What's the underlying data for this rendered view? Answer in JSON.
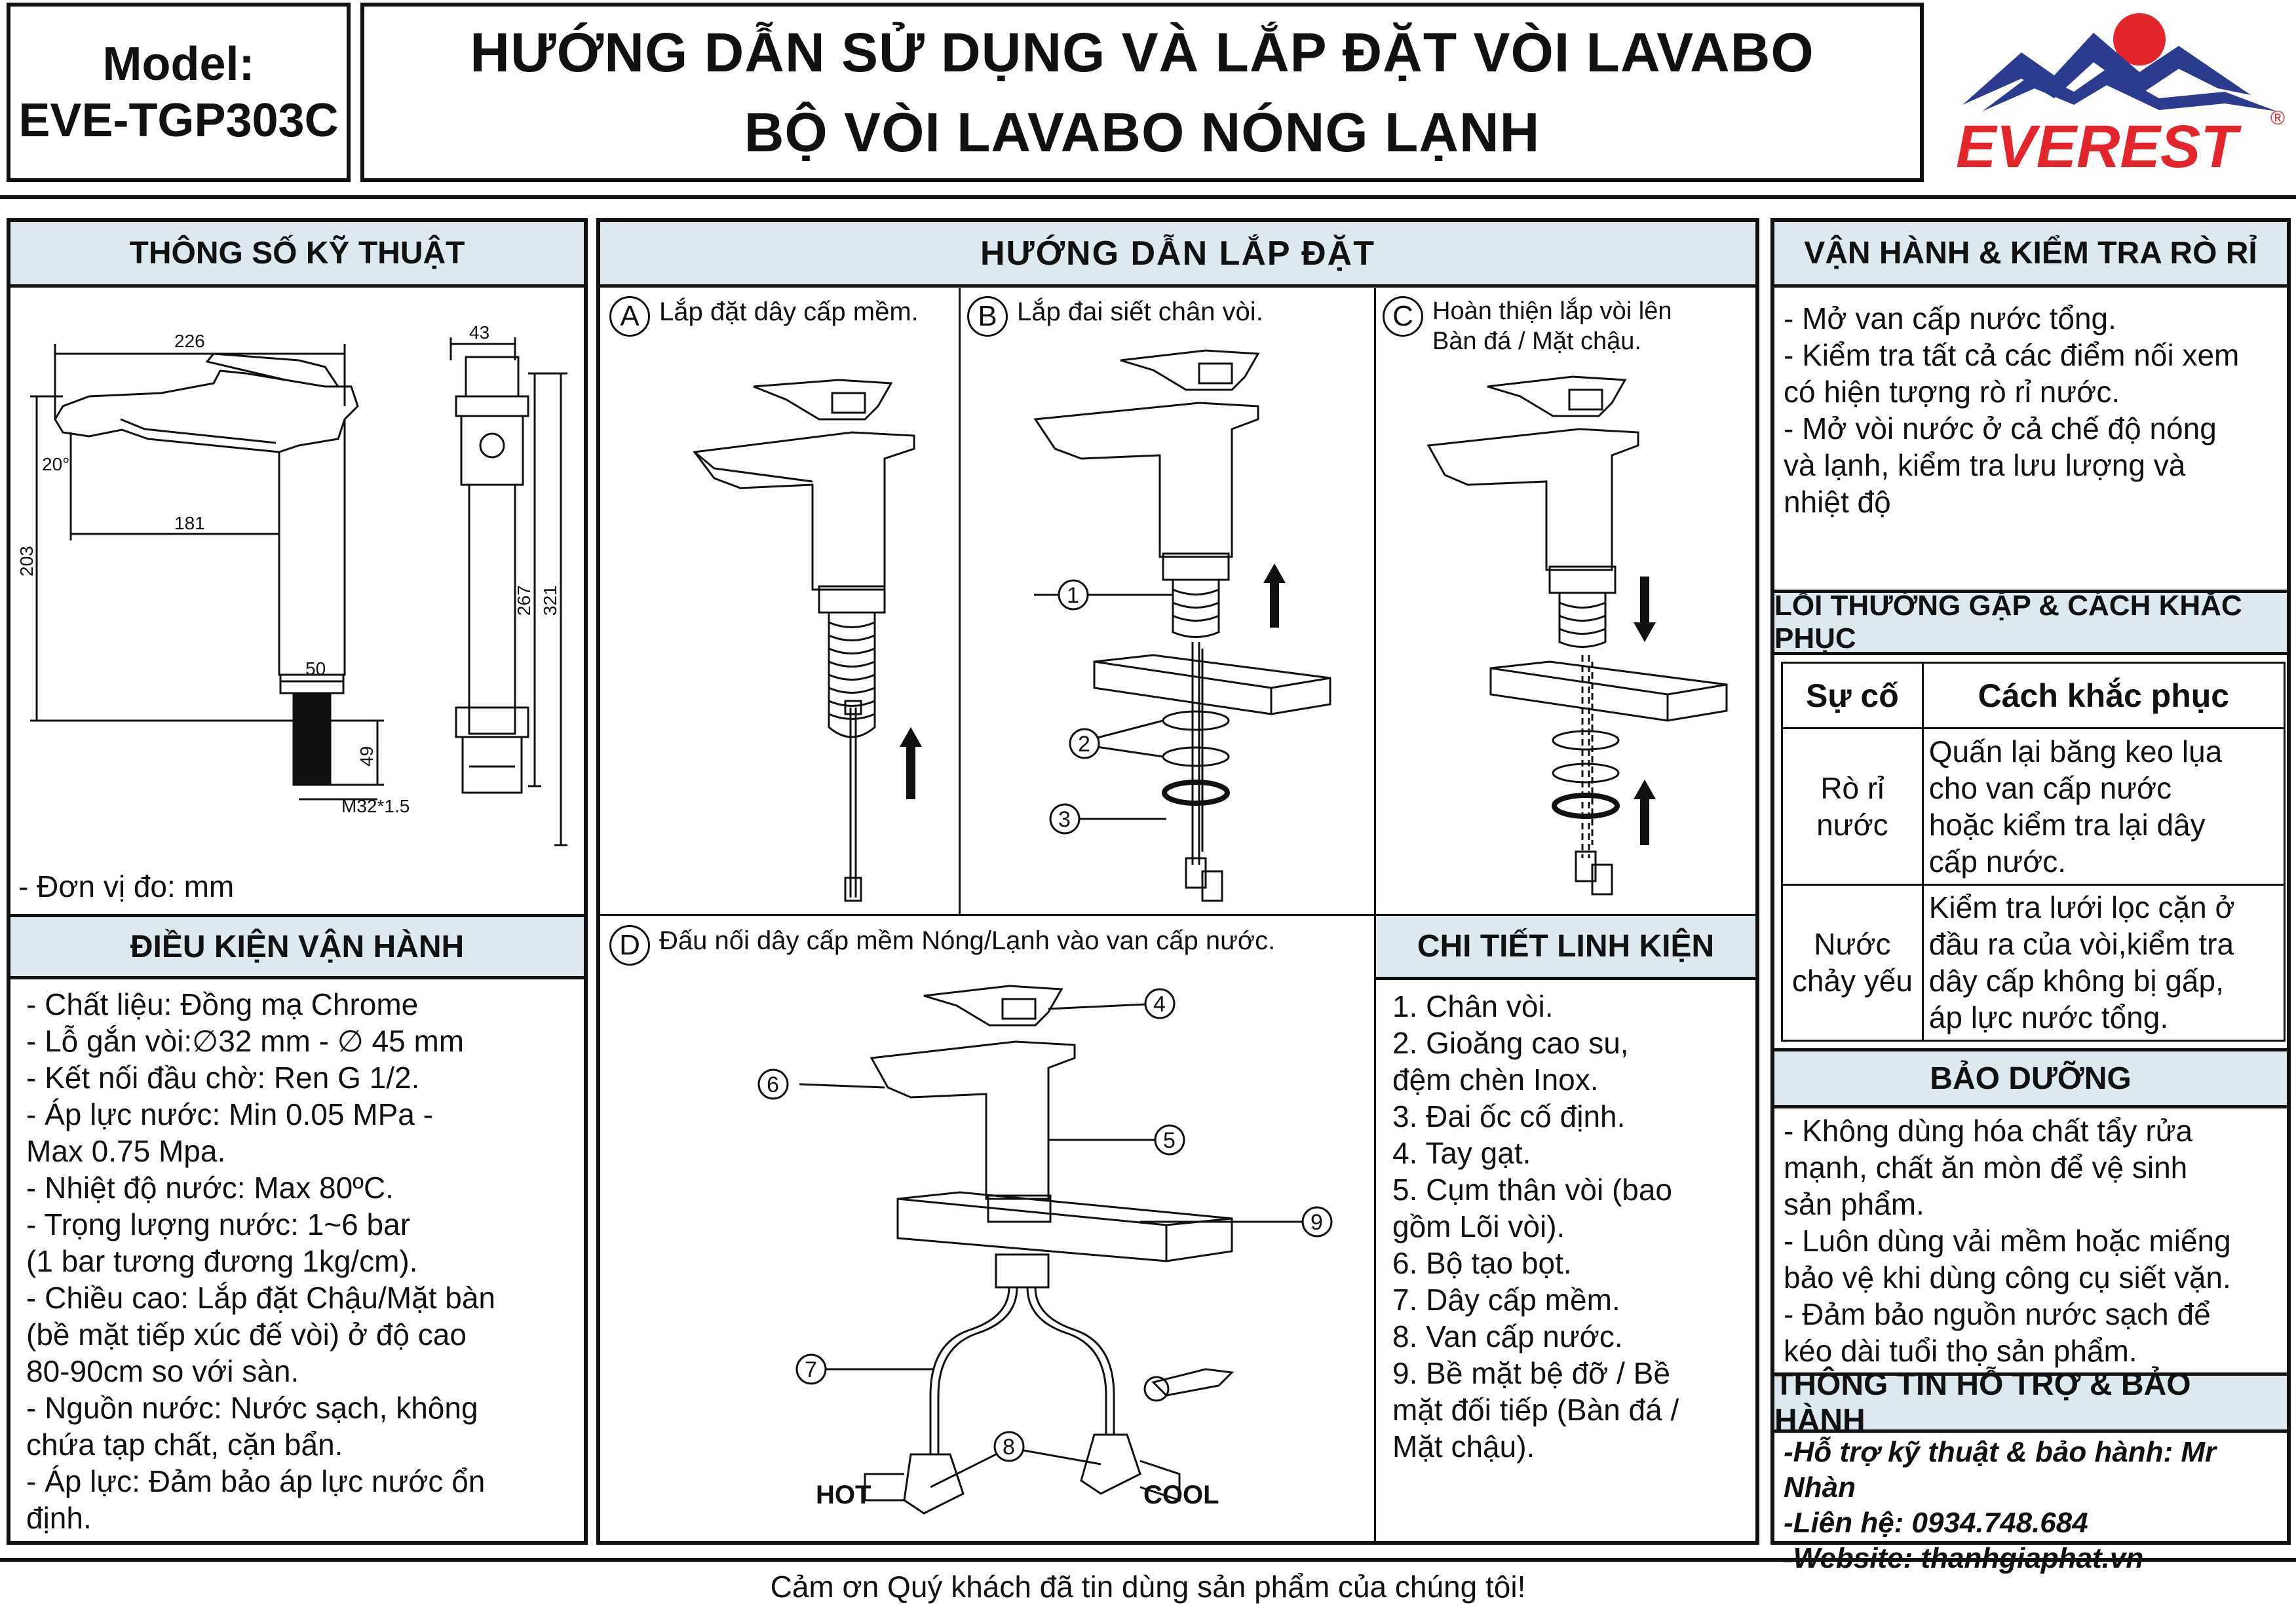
{
  "header": {
    "model_label": "Model:",
    "model_code": "EVE-TGP303C",
    "title_line1": "HƯỚNG DẪN SỬ DỤNG VÀ LẮP ĐẶT VÒI LAVABO",
    "title_line2": "BỘ VÒI LAVABO NÓNG LẠNH",
    "logo_text": "EVEREST",
    "logo_reg": "®"
  },
  "specs": {
    "heading": "THÔNG SỐ KỸ THUẬT",
    "dims": {
      "d226": "226",
      "d20": "20°",
      "d181": "181",
      "d203": "203",
      "d50": "50",
      "d49": "49",
      "thread": "M32*1.5",
      "d43": "43",
      "d267": "267",
      "d321": "321"
    },
    "unit_note": "- Đơn vị đo: mm"
  },
  "operating": {
    "heading": "ĐIỀU KIỆN VẬN HÀNH",
    "lines": [
      "- Chất liệu: Đồng mạ Chrome",
      "- Lỗ gắn vòi:∅32 mm - ∅ 45 mm",
      "- Kết nối đầu chờ: Ren G 1/2.",
      "- Áp lực nước: Min 0.05 MPa -",
      "Max 0.75 Mpa.",
      "- Nhiệt độ nước: Max 80ºC.",
      "- Trọng lượng nước: 1~6 bar",
      "(1 bar tương đương 1kg/cm).",
      "- Chiều cao: Lắp đặt Chậu/Mặt bàn",
      "(bề mặt tiếp xúc đế vòi) ở độ cao",
      "80-90cm so với sàn.",
      "- Nguồn nước: Nước sạch, không",
      "chứa tạp chất, cặn bẩn.",
      "- Áp lực: Đảm bảo áp lực nước ổn",
      "định."
    ]
  },
  "install": {
    "heading": "HƯỚNG DẪN LẮP ĐẶT",
    "stepA": {
      "letter": "A",
      "text": "Lắp đặt dây cấp mềm."
    },
    "stepB": {
      "letter": "B",
      "text": "Lắp đai siết chân vòi.",
      "callouts": [
        "1",
        "2",
        "3"
      ]
    },
    "stepC": {
      "letter": "C",
      "text1": "Hoàn thiện lắp vòi lên",
      "text2": "Bàn đá / Mặt chậu."
    },
    "stepD": {
      "letter": "D",
      "text": "Đấu nối dây cấp mềm Nóng/Lạnh vào van cấp nước.",
      "callouts": [
        "4",
        "5",
        "6",
        "7",
        "8",
        "9"
      ],
      "hot": "HOT",
      "cool": "COOL"
    }
  },
  "parts": {
    "heading": "CHI TIẾT LINH KIỆN",
    "lines": [
      "1. Chân vòi.",
      "2. Gioăng cao su,",
      "đệm chèn Inox.",
      "3. Đai ốc cố định.",
      "4. Tay gạt.",
      "5. Cụm thân vòi (bao",
      "gồm Lõi vòi).",
      "6. Bộ tạo bọt.",
      "7. Dây cấp mềm.",
      "8. Van cấp nước.",
      "9. Bề mặt bệ đỡ / Bề",
      "mặt đối tiếp (Bàn đá /",
      "Mặt chậu)."
    ]
  },
  "check": {
    "heading": "VẬN HÀNH & KIỂM TRA RÒ RỈ",
    "lines": [
      "- Mở van cấp nước tổng.",
      "- Kiểm tra tất cả các điểm nối xem",
      "có hiện tượng rò rỉ nước.",
      "- Mở vòi nước ở cả chế độ nóng",
      "và lạnh, kiểm tra lưu lượng và",
      "nhiệt độ"
    ]
  },
  "errors": {
    "heading": "LỖI THƯỜNG GẶP & CÁCH KHẮC PHỤC",
    "col1": "Sự cố",
    "col2": "Cách khắc phục",
    "rows": [
      {
        "issue1": "Rò rỉ",
        "issue2": "nước",
        "fix": [
          "Quấn lại băng keo lụa",
          "cho van cấp nước",
          "hoặc kiểm tra lại dây",
          "cấp nước."
        ]
      },
      {
        "issue1": "Nước",
        "issue2": "chảy yếu",
        "fix": [
          "Kiểm tra lưới lọc cặn ở",
          "đầu ra của vòi,kiểm tra",
          "dây cấp không bị gấp,",
          "áp lực nước tổng."
        ]
      }
    ]
  },
  "maintenance": {
    "heading": "BẢO DƯỠNG",
    "lines": [
      "- Không dùng hóa chất tẩy rửa",
      "mạnh, chất ăn mòn để vệ sinh",
      "sản phẩm.",
      "- Luôn dùng vải mềm hoặc miếng",
      "bảo vệ khi dùng công cụ siết vặn.",
      "- Đảm bảo nguồn nước sạch để",
      "kéo dài tuổi thọ sản phẩm."
    ]
  },
  "support": {
    "heading": "THÔNG TIN HỖ TRỢ & BẢO HÀNH",
    "lines": [
      "-Hỗ trợ kỹ thuật & bảo hành: Mr Nhàn",
      "-Liên hệ: 0934.748.684",
      "-Website: thanhgiaphat.vn"
    ]
  },
  "footer": {
    "text": "Cảm ơn Quý khách đã tin dùng sản phẩm của chúng tôi!"
  },
  "colors": {
    "header_fill": "#dde9ee",
    "logo_red": "#e3262b",
    "logo_blue": "#2b3c8f"
  }
}
